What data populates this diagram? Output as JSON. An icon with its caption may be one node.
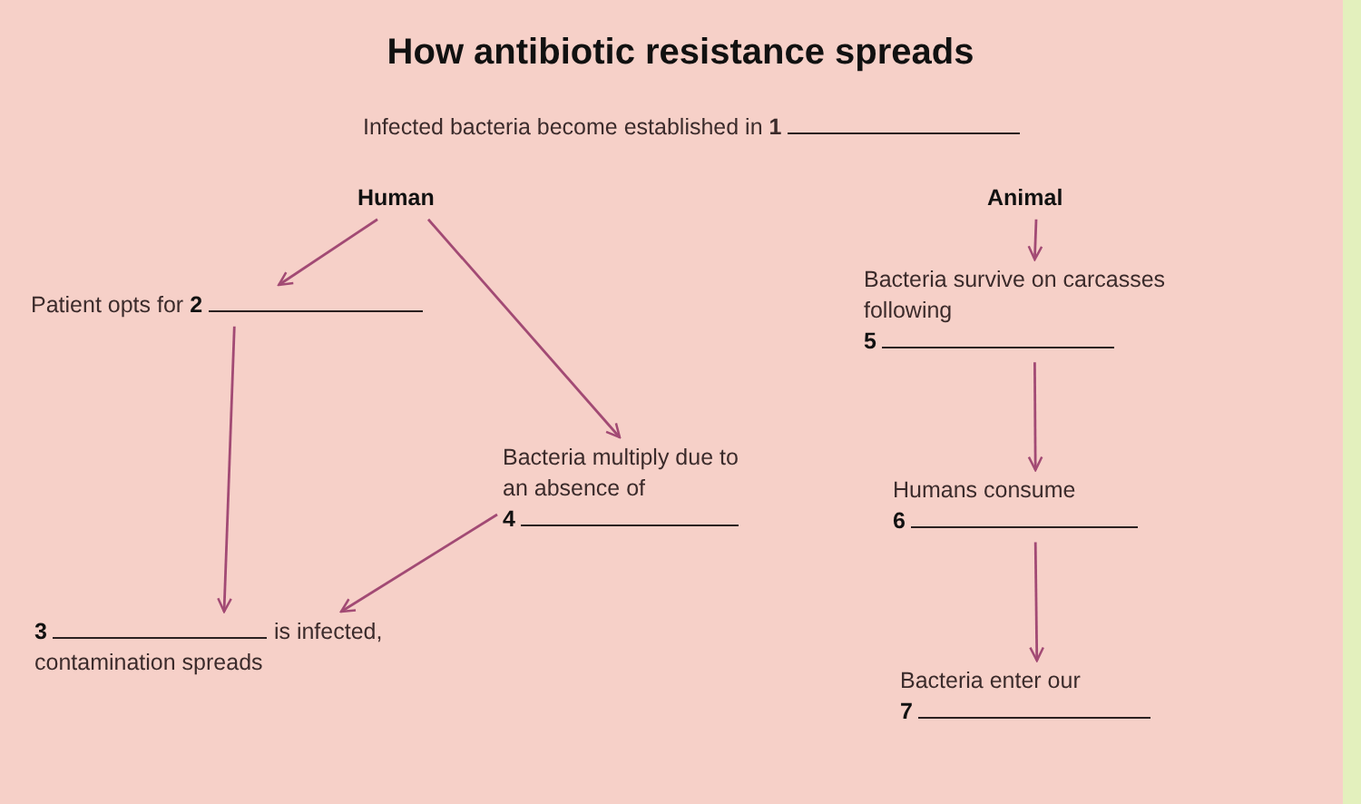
{
  "diagram": {
    "title": "How antibiotic resistance spreads",
    "nodes": [
      {
        "text": [
          "Human"
        ]
      },
      {
        "text": [
          "Patient opts for **2**"
        ]
      },
      {
        "text": [
          "Bacteria multiply due to an absence of",
          "**4**"
        ]
      },
      {
        "text": [
          "**3**",
          "is infected, contamination spreads"
        ]
      },
      {
        "text": [
          "Animal"
        ]
      },
      {
        "text": [
          "Bacteria survive on carcasses following",
          "**5**"
        ]
      },
      {
        "text": [
          "Humans consume",
          "**6**"
        ]
      },
      {
        "text": [
          "Bacteria enter our",
          "**7**"
        ]
      }
    ],
    "edges": [
      {
        "from": 0,
        "to": 1,
        "arrow": "to"
      },
      {
        "from": 0,
        "to": 2,
        "arrow": "to"
      },
      {
        "from": 1,
        "to": 3,
        "arrow": "to"
      },
      {
        "from": 2,
        "to": 3,
        "arrow": "to"
      },
      {
        "from": 4,
        "to": 5,
        "arrow": "to"
      },
      {
        "from": 5,
        "to": 6,
        "arrow": "to"
      },
      {
        "from": 6,
        "to": 7,
        "arrow": "to"
      }
    ],
    "labels": [
      "Infected bacteria become established in **1**"
    ]
  }
}
